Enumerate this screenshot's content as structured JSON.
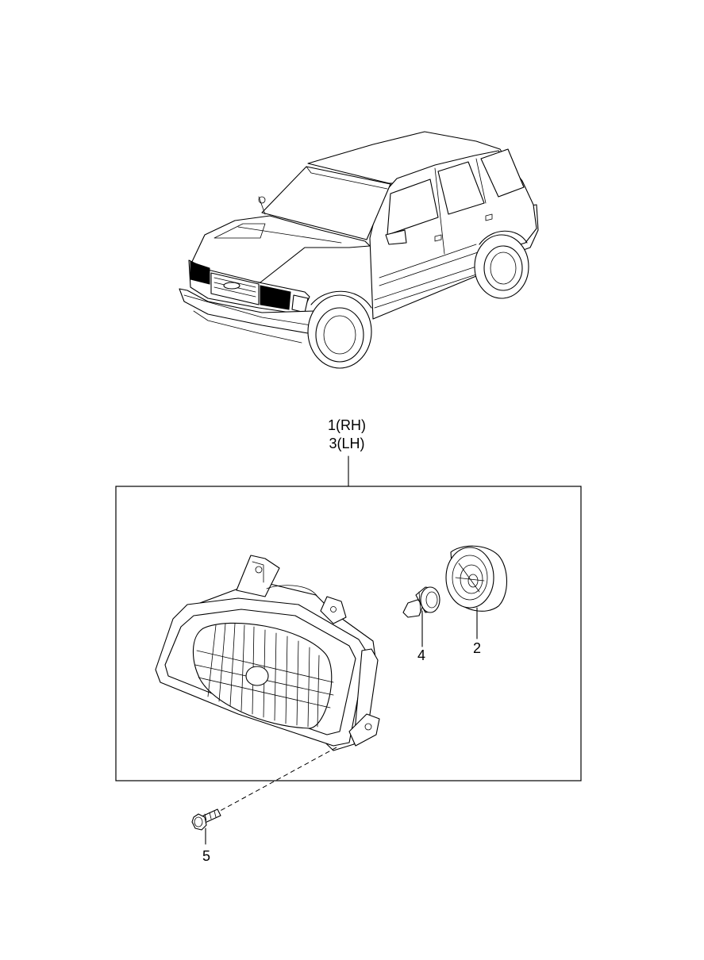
{
  "callouts": {
    "assembly_rh": "1(RH)",
    "assembly_lh": "3(LH)",
    "socket": "2",
    "bulb": "4",
    "bolt": "5"
  }
}
